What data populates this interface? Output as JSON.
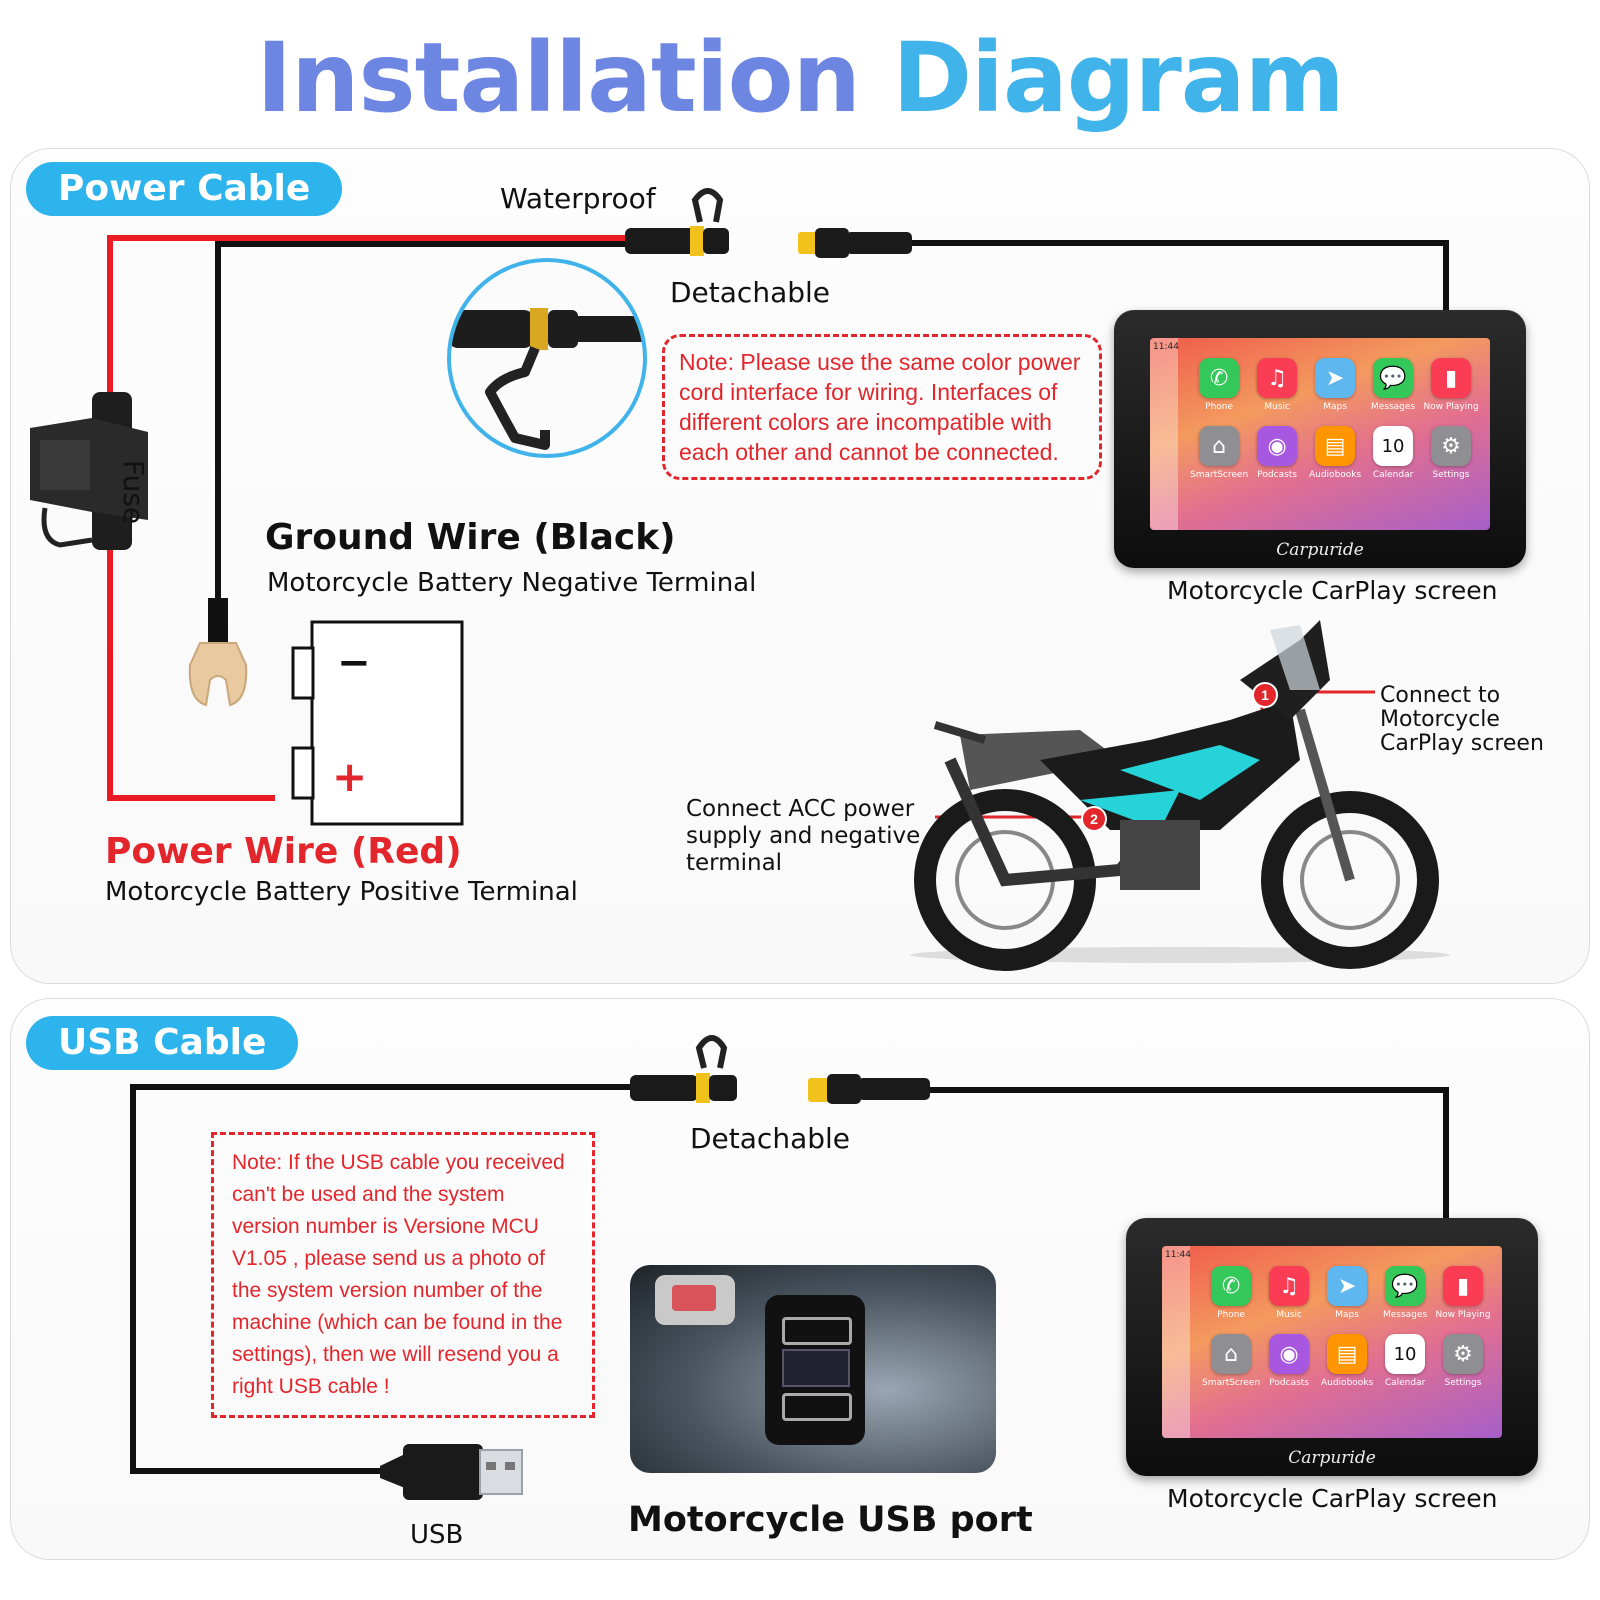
{
  "title": {
    "word1": "Installation",
    "word2": "Diagram"
  },
  "colors": {
    "title_blue": "#6d86e2",
    "title_cyan": "#3fb3ea",
    "pill": "#2eb4ec",
    "red": "#e3262b",
    "wire_red": "#ea1b22",
    "wire_black": "#111111"
  },
  "power_section": {
    "pill": "Power Cable",
    "waterproof": "Waterproof",
    "detachable": "Detachable",
    "fuse": "Fuse",
    "note": "Note: Please use the same color power cord interface for wiring. Interfaces of different colors are incompatible with each other and cannot be connected.",
    "ground_title": "Ground Wire (Black)",
    "ground_sub": "Motorcycle Battery Negative Terminal",
    "power_title": "Power Wire (Red)",
    "power_sub": "Motorcycle Battery Positive Terminal",
    "battery_minus": "−",
    "battery_plus": "+",
    "screen_label": "Motorcycle CarPlay screen",
    "callout1_num": "1",
    "callout1": "Connect to Motorcycle CarPlay screen",
    "callout2_num": "2",
    "callout2": "Connect ACC power supply and negative terminal"
  },
  "usb_section": {
    "pill": "USB Cable",
    "detachable": "Detachable",
    "note": "Note: If the USB cable you received can't be used and the system version number is Versione MCU V1.05 , please send us a photo of the system version number of the machine (which can be found in the settings), then we will resend you a right USB cable !",
    "usb_label": "USB",
    "port_label": "Motorcycle USB port",
    "screen_label": "Motorcycle CarPlay screen"
  },
  "screen": {
    "clock": "11:44",
    "brand": "Carpuride",
    "apps": [
      {
        "name": "Phone",
        "icon": "phone-icon",
        "color": "#34c759",
        "glyph": "✆"
      },
      {
        "name": "Music",
        "icon": "music-icon",
        "color": "#fa3c55",
        "glyph": "♫"
      },
      {
        "name": "Maps",
        "icon": "maps-icon",
        "color": "#5fb7f0",
        "glyph": "➤"
      },
      {
        "name": "Messages",
        "icon": "messages-icon",
        "color": "#34c759",
        "glyph": "💬"
      },
      {
        "name": "Now Playing",
        "icon": "now-playing-icon",
        "color": "#fa3c55",
        "glyph": "▮"
      },
      {
        "name": "SmartScreen",
        "icon": "home-icon",
        "color": "#8e8e93",
        "glyph": "⌂"
      },
      {
        "name": "Podcasts",
        "icon": "podcasts-icon",
        "color": "#a857e0",
        "glyph": "◉"
      },
      {
        "name": "Audiobooks",
        "icon": "audiobooks-icon",
        "color": "#ff9500",
        "glyph": "▤"
      },
      {
        "name": "Calendar",
        "icon": "calendar-icon",
        "color": "#ffffff",
        "glyph": "10"
      },
      {
        "name": "Settings",
        "icon": "settings-icon",
        "color": "#8e8e93",
        "glyph": "⚙"
      }
    ]
  }
}
